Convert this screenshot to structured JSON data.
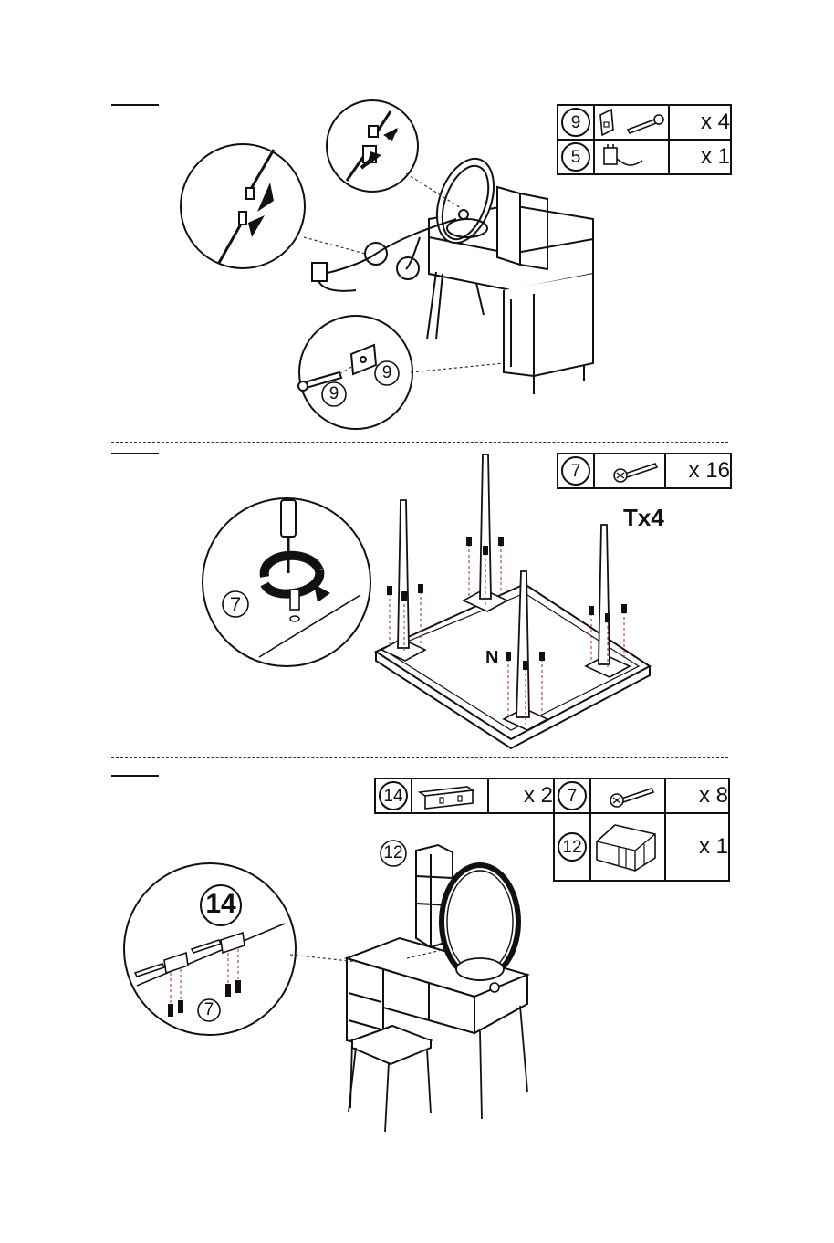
{
  "step1": {
    "parts": [
      {
        "num": "9",
        "qty": "x 4",
        "icon": "bracket-screw-icon"
      },
      {
        "num": "5",
        "qty": "x 1",
        "icon": "power-adapter-icon"
      }
    ],
    "callout_labels": [
      "9",
      "9"
    ]
  },
  "step2": {
    "parts": [
      {
        "num": "7",
        "qty": "x 16",
        "icon": "screw-icon"
      }
    ],
    "tx_label": "Tx4",
    "n_label": "N",
    "callout_label": "7"
  },
  "step3": {
    "parts": [
      {
        "num": "14",
        "qty": "x 2",
        "icon": "angle-bracket-icon"
      },
      {
        "num": "7",
        "qty": "x 8",
        "icon": "screw-icon"
      },
      {
        "num": "12",
        "qty": "x 1",
        "icon": "shelf-unit-icon"
      }
    ],
    "shelf_label": "12",
    "callout_big_label": "14",
    "callout_small_label": "7"
  },
  "colors": {
    "ink": "#111111",
    "dashed": "#333333",
    "background": "#ffffff"
  }
}
